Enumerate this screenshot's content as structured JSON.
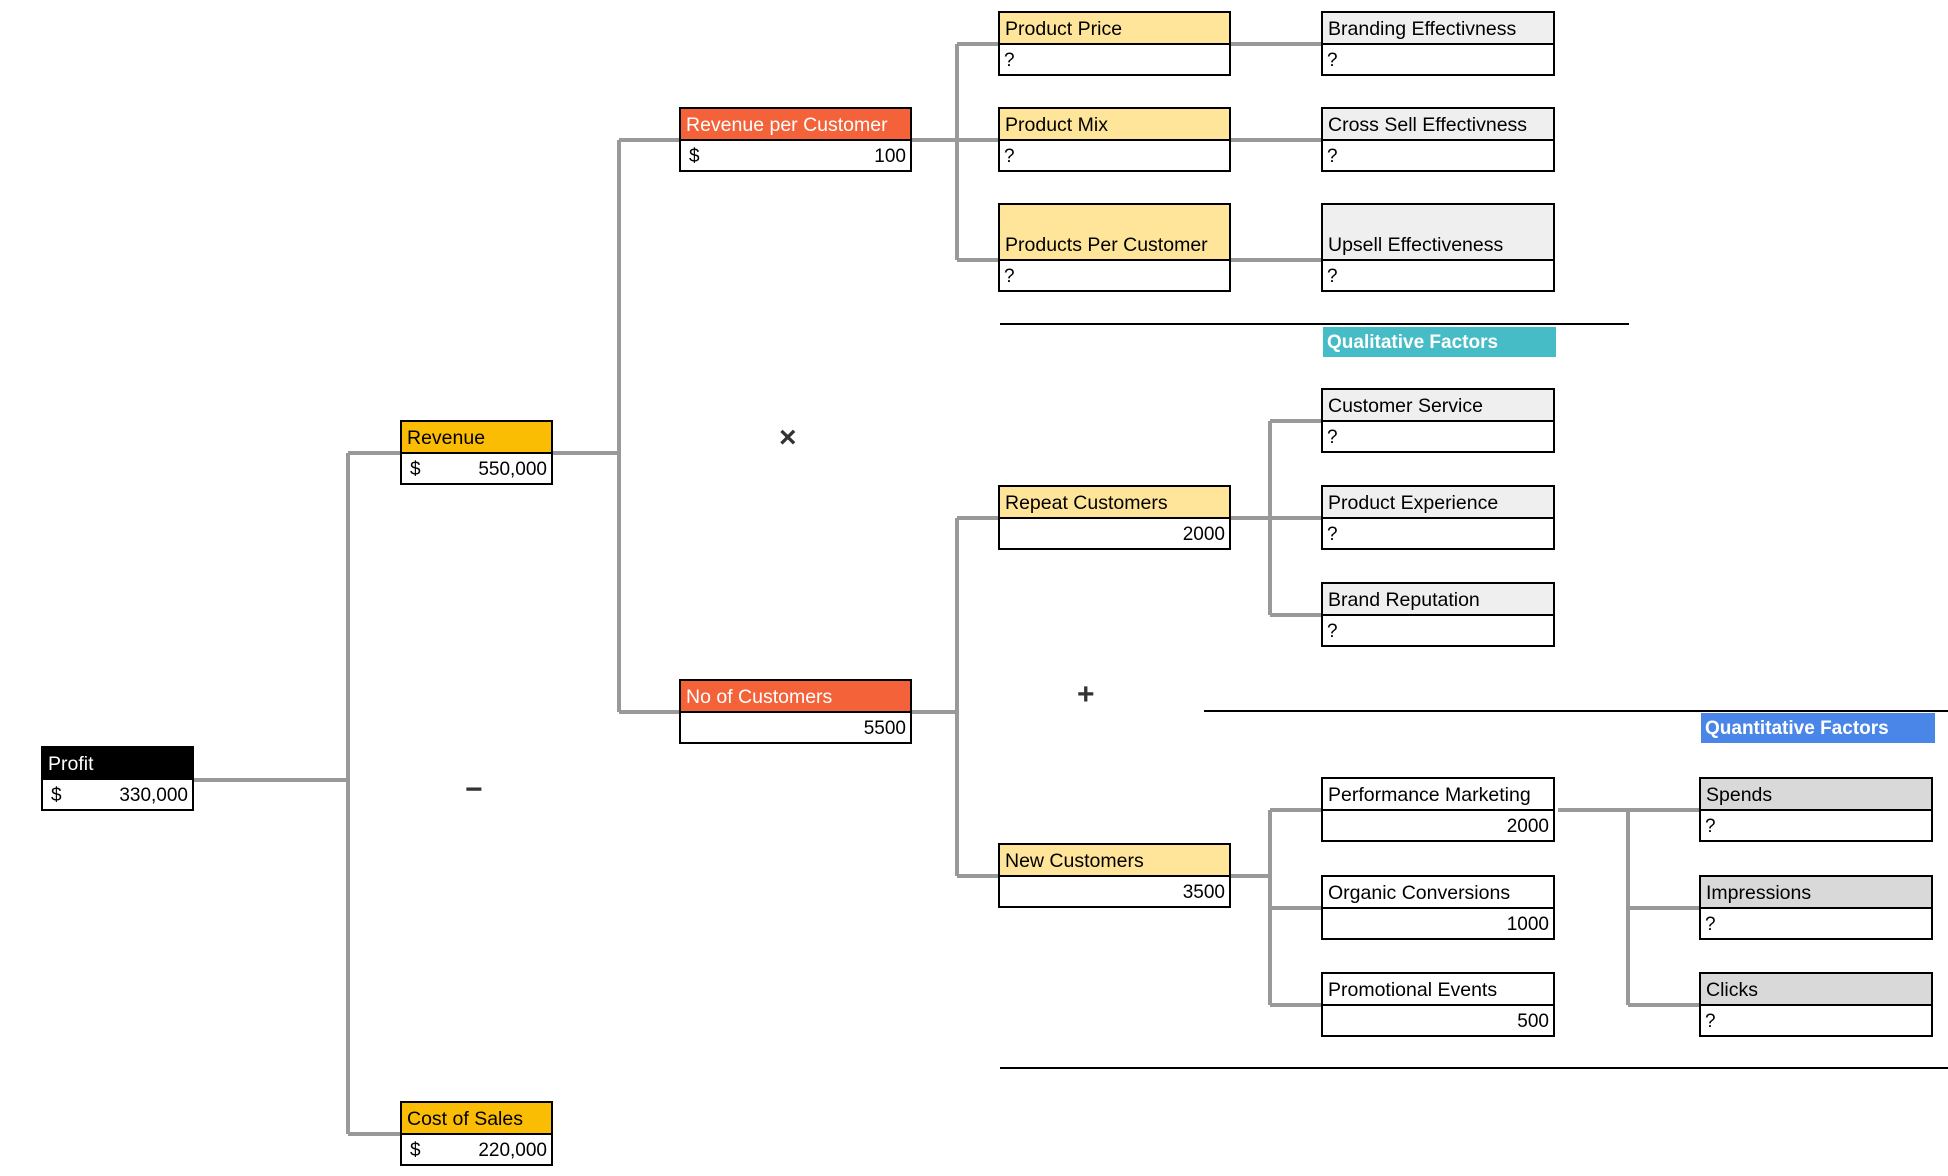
{
  "colors": {
    "black": "#000000",
    "orange": "#fbbc04",
    "red_orange": "#f4623a",
    "yellow": "#ffe599",
    "light_gray": "#efefef",
    "gray": "#d9d9d9",
    "teal": "#46bdc6",
    "blue": "#4a86e8",
    "connector": "#999999"
  },
  "nodes": {
    "profit": {
      "label": "Profit",
      "currency": "$",
      "value": "330,000"
    },
    "revenue": {
      "label": "Revenue",
      "currency": "$",
      "value": "550,000"
    },
    "cost_of_sales": {
      "label": "Cost of Sales",
      "currency": "$",
      "value": "220,000"
    },
    "revenue_per_customer": {
      "label": "Revenue per Customer",
      "currency": "$",
      "value": "100"
    },
    "no_of_customers": {
      "label": "No of Customers",
      "value": "5500"
    },
    "product_price": {
      "label": "Product Price",
      "value": "?"
    },
    "product_mix": {
      "label": "Product Mix",
      "value": "?"
    },
    "products_per_customer": {
      "label": "Products Per Customer",
      "value": "?"
    },
    "branding_effectiveness": {
      "label": "Branding Effectivness",
      "value": "?"
    },
    "cross_sell_effectiveness": {
      "label": "Cross Sell Effectivness",
      "value": "?"
    },
    "upsell_effectiveness": {
      "label": "Upsell Effectiveness",
      "value": "?"
    },
    "repeat_customers": {
      "label": "Repeat Customers",
      "value": "2000"
    },
    "new_customers": {
      "label": "New Customers",
      "value": "3500"
    },
    "customer_service": {
      "label": "Customer Service",
      "value": "?"
    },
    "product_experience": {
      "label": "Product Experience",
      "value": "?"
    },
    "brand_reputation": {
      "label": "Brand Reputation",
      "value": "?"
    },
    "performance_marketing": {
      "label": "Performance Marketing",
      "value": "2000"
    },
    "organic_conversions": {
      "label": "Organic Conversions",
      "value": "1000"
    },
    "promotional_events": {
      "label": "Promotional Events",
      "value": "500"
    },
    "spends": {
      "label": "Spends",
      "value": "?"
    },
    "impressions": {
      "label": "Impressions",
      "value": "?"
    },
    "clicks": {
      "label": "Clicks",
      "value": "?"
    }
  },
  "operators": {
    "minus": "−",
    "times": "×",
    "plus": "+"
  },
  "banners": {
    "qualitative": "Qualitative Factors",
    "quantitative": "Quantitative Factors"
  }
}
